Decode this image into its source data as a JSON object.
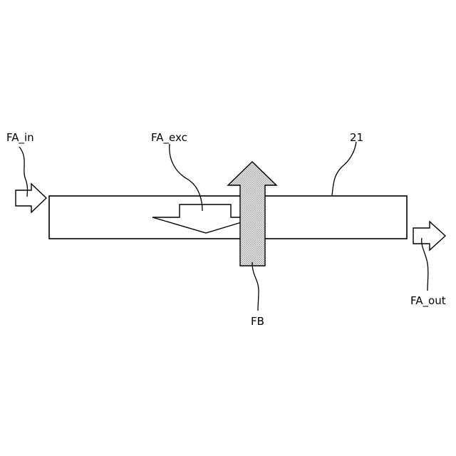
{
  "labels": {
    "fa_in": "FA_in",
    "fa_exc": "FA_exc",
    "ref_21": "21",
    "fb": "FB",
    "fa_out": "FA_out"
  },
  "colors": {
    "line": "#000000",
    "background": "#ffffff",
    "fb_fill_dots": "#6a6a6a"
  }
}
